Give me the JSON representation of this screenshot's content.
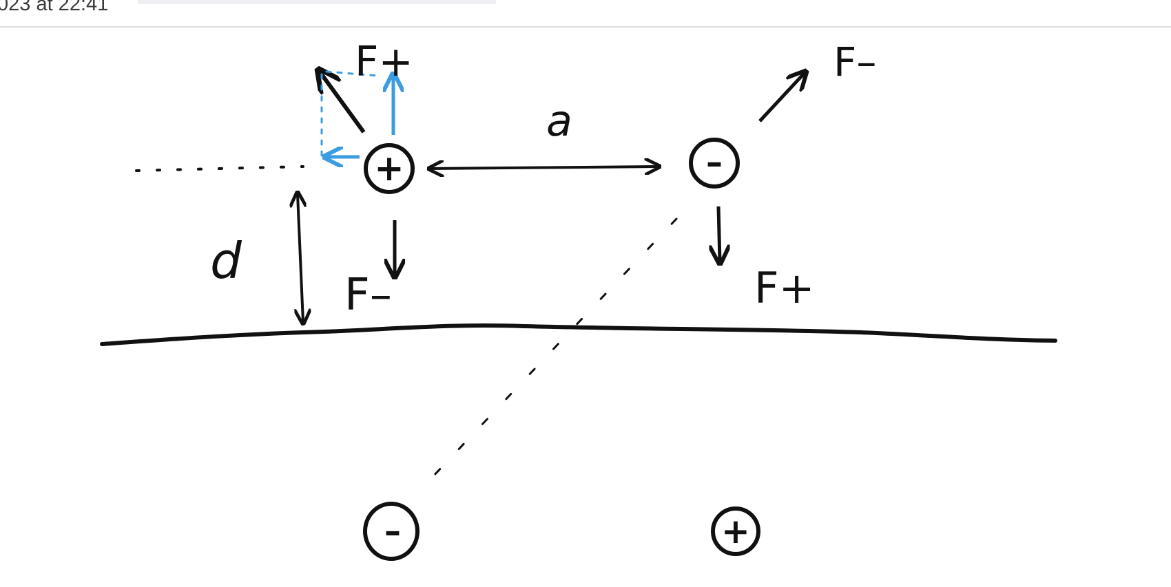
{
  "header": {
    "timestamp": "023 at 22:41"
  },
  "diagram": {
    "labels": {
      "force_plus_top": "F+",
      "force_minus_top_right": "F–",
      "distance_a": "a",
      "distance_d": "d",
      "force_minus_bottom": "F–",
      "force_plus_right": "F+"
    },
    "charges": {
      "top_left": "+",
      "top_right": "–",
      "image_left": "–",
      "image_right": "+"
    }
  },
  "colors": {
    "ink": "#111111",
    "highlight": "#3b9de0",
    "divider": "#d9dce3"
  }
}
